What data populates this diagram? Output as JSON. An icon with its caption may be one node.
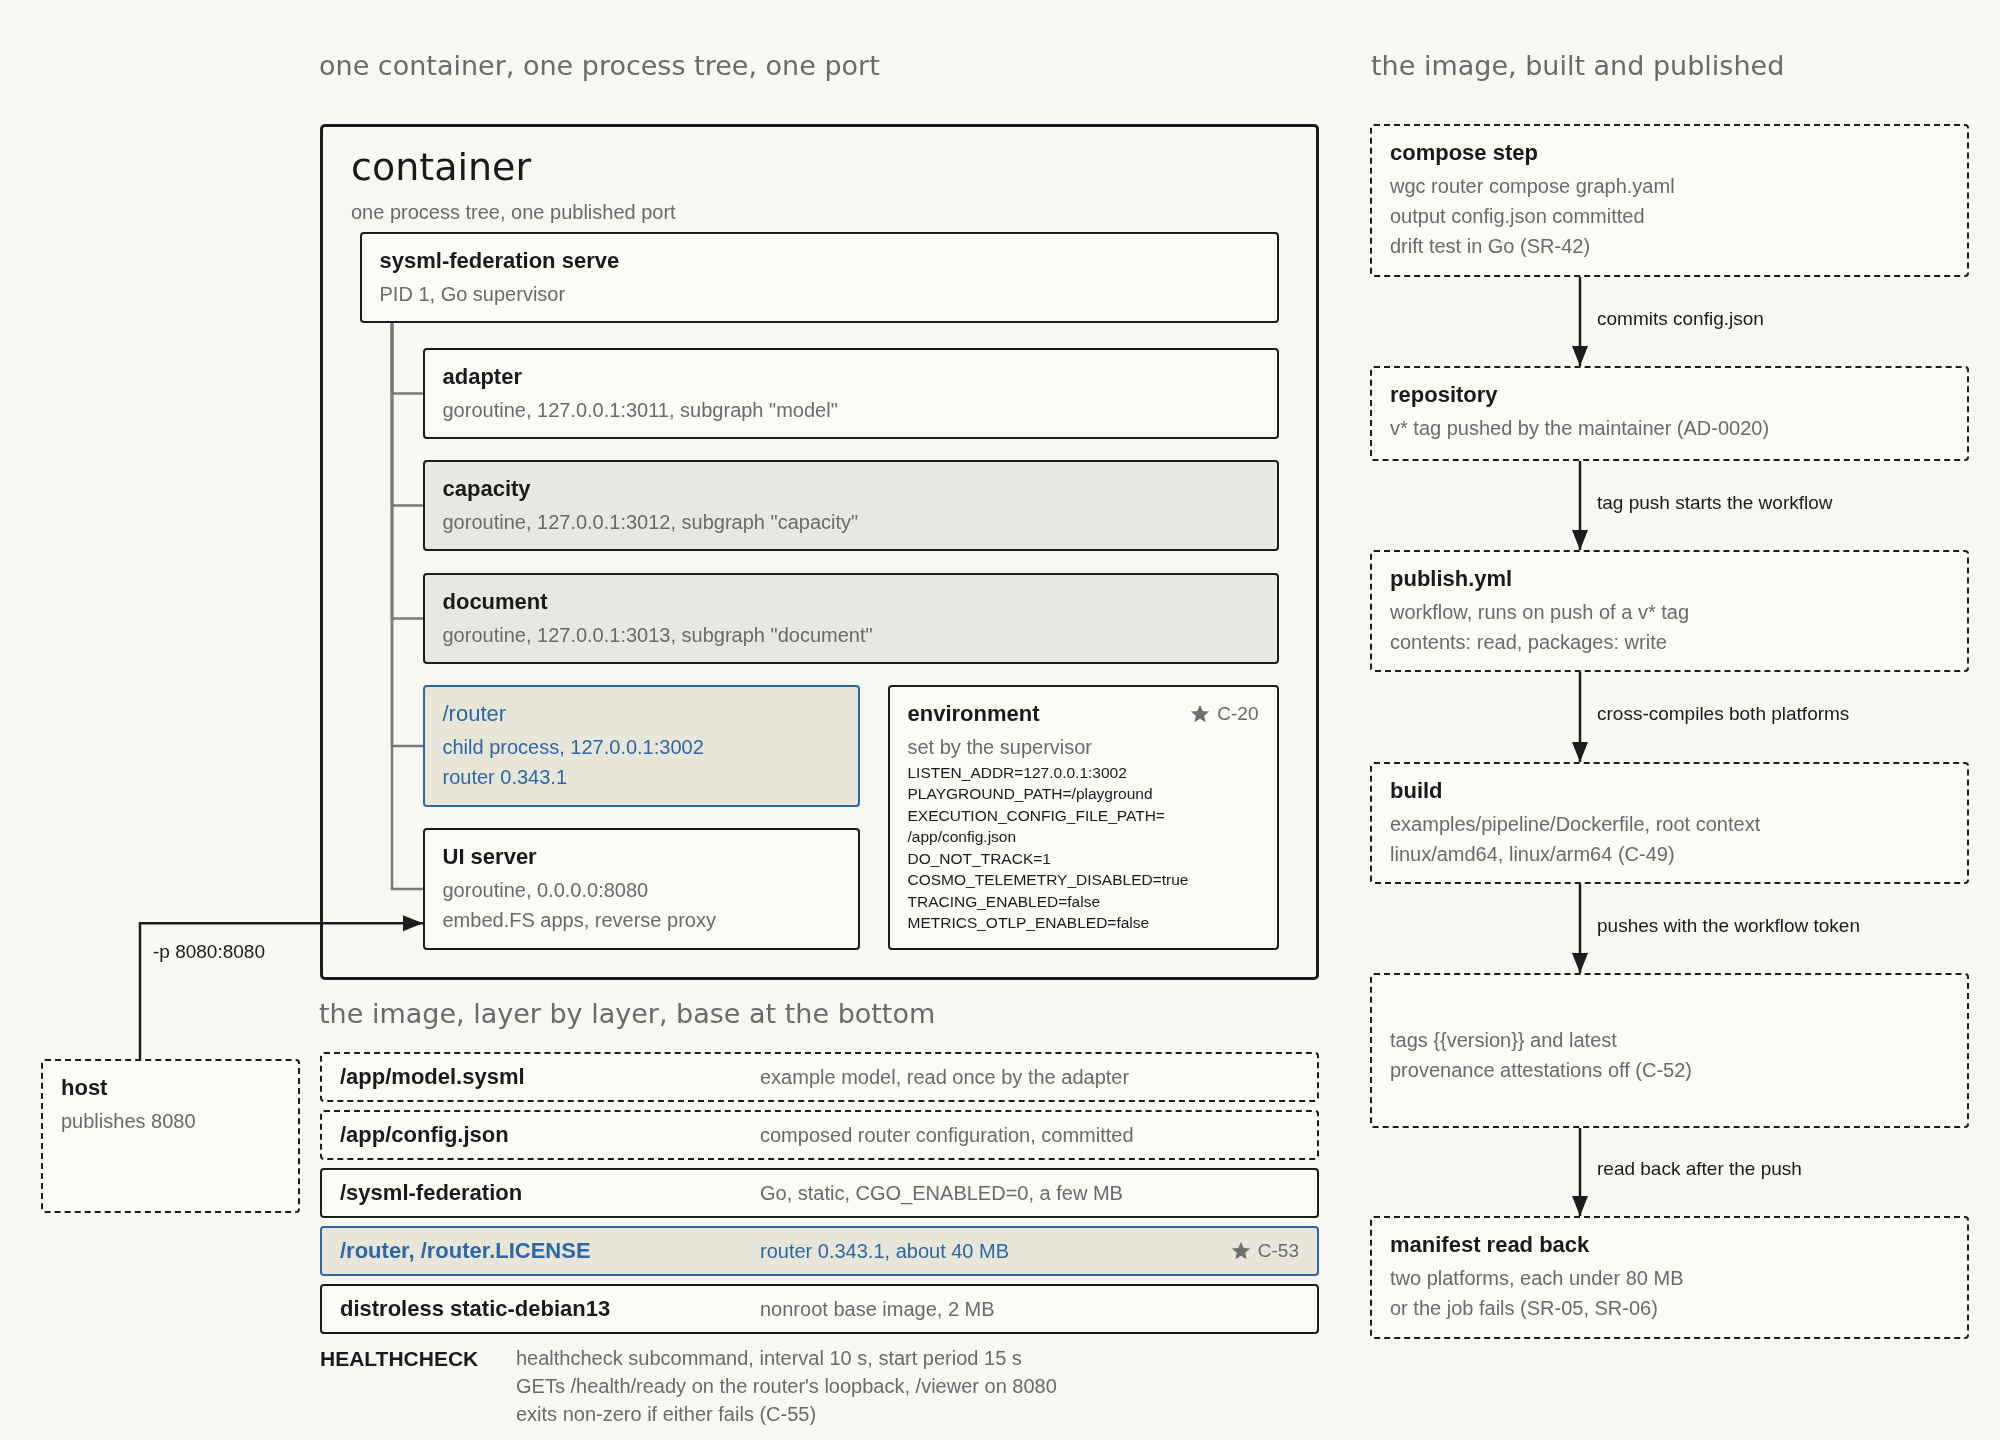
{
  "diagram": {
    "nodes": [
      {
        "text": [
          "container",
          "one process tree, one published port"
        ]
      },
      {
        "text": [
          "sysml-federation serve",
          "PID 1, Go supervisor"
        ],
        "in": 0
      },
      {
        "text": [
          "adapter",
          "goroutine, 127.0.0.1:3011, subgraph \"model\""
        ],
        "in": 0
      },
      {
        "text": [
          "capacity",
          "goroutine, 127.0.0.1:3012, subgraph \"capacity\""
        ],
        "in": 0
      },
      {
        "text": [
          "document",
          "goroutine, 127.0.0.1:3013, subgraph \"document\""
        ],
        "in": 0
      },
      {
        "text": [
          "/router",
          "child process, 127.0.0.1:3002",
          "router 0.343.1"
        ],
        "in": 0
      },
      {
        "text": [
          "environment",
          "C-20",
          "set by the supervisor",
          "LISTEN_ADDR=127.0.0.1:3002",
          "PLAYGROUND_PATH=/playground",
          "EXECUTION_CONFIG_FILE_PATH= /app/config.json",
          "DO_NOT_TRACK=1",
          "COSMO_TELEMETRY_DISABLED=true",
          "TRACING_ENABLED=false",
          "METRICS_OTLP_ENABLED=false"
        ],
        "in": 0
      },
      {
        "text": [
          "UI server",
          "goroutine, 0.0.0.0:8080",
          "embed.FS apps, reverse proxy"
        ],
        "in": 0
      },
      {
        "text": [
          "host",
          "publishes 8080"
        ]
      },
      {
        "text": [
          "/app/model.sysml",
          "example model, read once by the adapter"
        ]
      },
      {
        "text": [
          "/app/config.json",
          "composed router configuration, committed"
        ]
      },
      {
        "text": [
          "/sysml-federation",
          "Go, static, CGO_ENABLED=0, a few MB"
        ]
      },
      {
        "text": [
          "/router, /router.LICENSE",
          "router 0.343.1, about 40 MB",
          "C-53"
        ]
      },
      {
        "text": [
          "distroless static-debian13",
          "nonroot base image, 2 MB"
        ]
      },
      {
        "text": [
          "compose step",
          "wgc router compose graph.yaml",
          "output config.json committed",
          "drift test in Go (SR-42)"
        ]
      },
      {
        "text": [
          "repository",
          "v* tag pushed by the maintainer (AD-0020)"
        ]
      },
      {
        "text": [
          "publish.yml",
          "workflow, runs on push of a v* tag",
          "contents: read, packages: write"
        ]
      },
      {
        "text": [
          "build",
          "examples/pipeline/Dockerfile, root context",
          "linux/amd64, linux/arm64 (C-49)"
        ]
      },
      {
        "text": [
          "tags {{version}} and latest",
          "provenance attestations off (C-52)"
        ]
      },
      {
        "text": [
          "manifest read back",
          "two platforms, each under 80 MB",
          "or the job fails (SR-05, SR-06)"
        ]
      }
    ],
    "edges": [
      {
        "from": 1,
        "to": 2,
        "arrow": "none",
        "color": "#7a7a7a"
      },
      {
        "from": 1,
        "to": 3,
        "arrow": "none",
        "color": "#7a7a7a"
      },
      {
        "from": 1,
        "to": 4,
        "arrow": "none",
        "color": "#7a7a7a"
      },
      {
        "from": 1,
        "to": 5,
        "arrow": "none",
        "color": "#7a7a7a"
      },
      {
        "from": 1,
        "to": 7,
        "arrow": "none",
        "color": "#7a7a7a"
      },
      {
        "from": 8,
        "to": 7,
        "arrow": "to",
        "label": "-p 8080:8080"
      },
      {
        "from": 14,
        "to": 15,
        "arrow": "to",
        "label": "commits config.json"
      },
      {
        "from": 15,
        "to": 16,
        "arrow": "to",
        "label": "tag push starts the workflow"
      },
      {
        "from": 16,
        "to": 17,
        "arrow": "to",
        "label": "cross-compiles both platforms"
      },
      {
        "from": 17,
        "to": 18,
        "arrow": "to",
        "label": "pushes with the workflow token"
      },
      {
        "from": 18,
        "to": 19,
        "arrow": "to",
        "label": "read back after the push"
      }
    ],
    "labels": [
      "one container, one process tree, one port",
      "the image, built and published",
      "the image, layer by layer, base at the bottom",
      "HEALTHCHECK",
      "healthcheck subcommand, interval 10 s, start period 15 s",
      "GETs /health/ready on the router's loopback, /viewer on 8080",
      "exits non-zero if either fails (C-55)"
    ]
  }
}
